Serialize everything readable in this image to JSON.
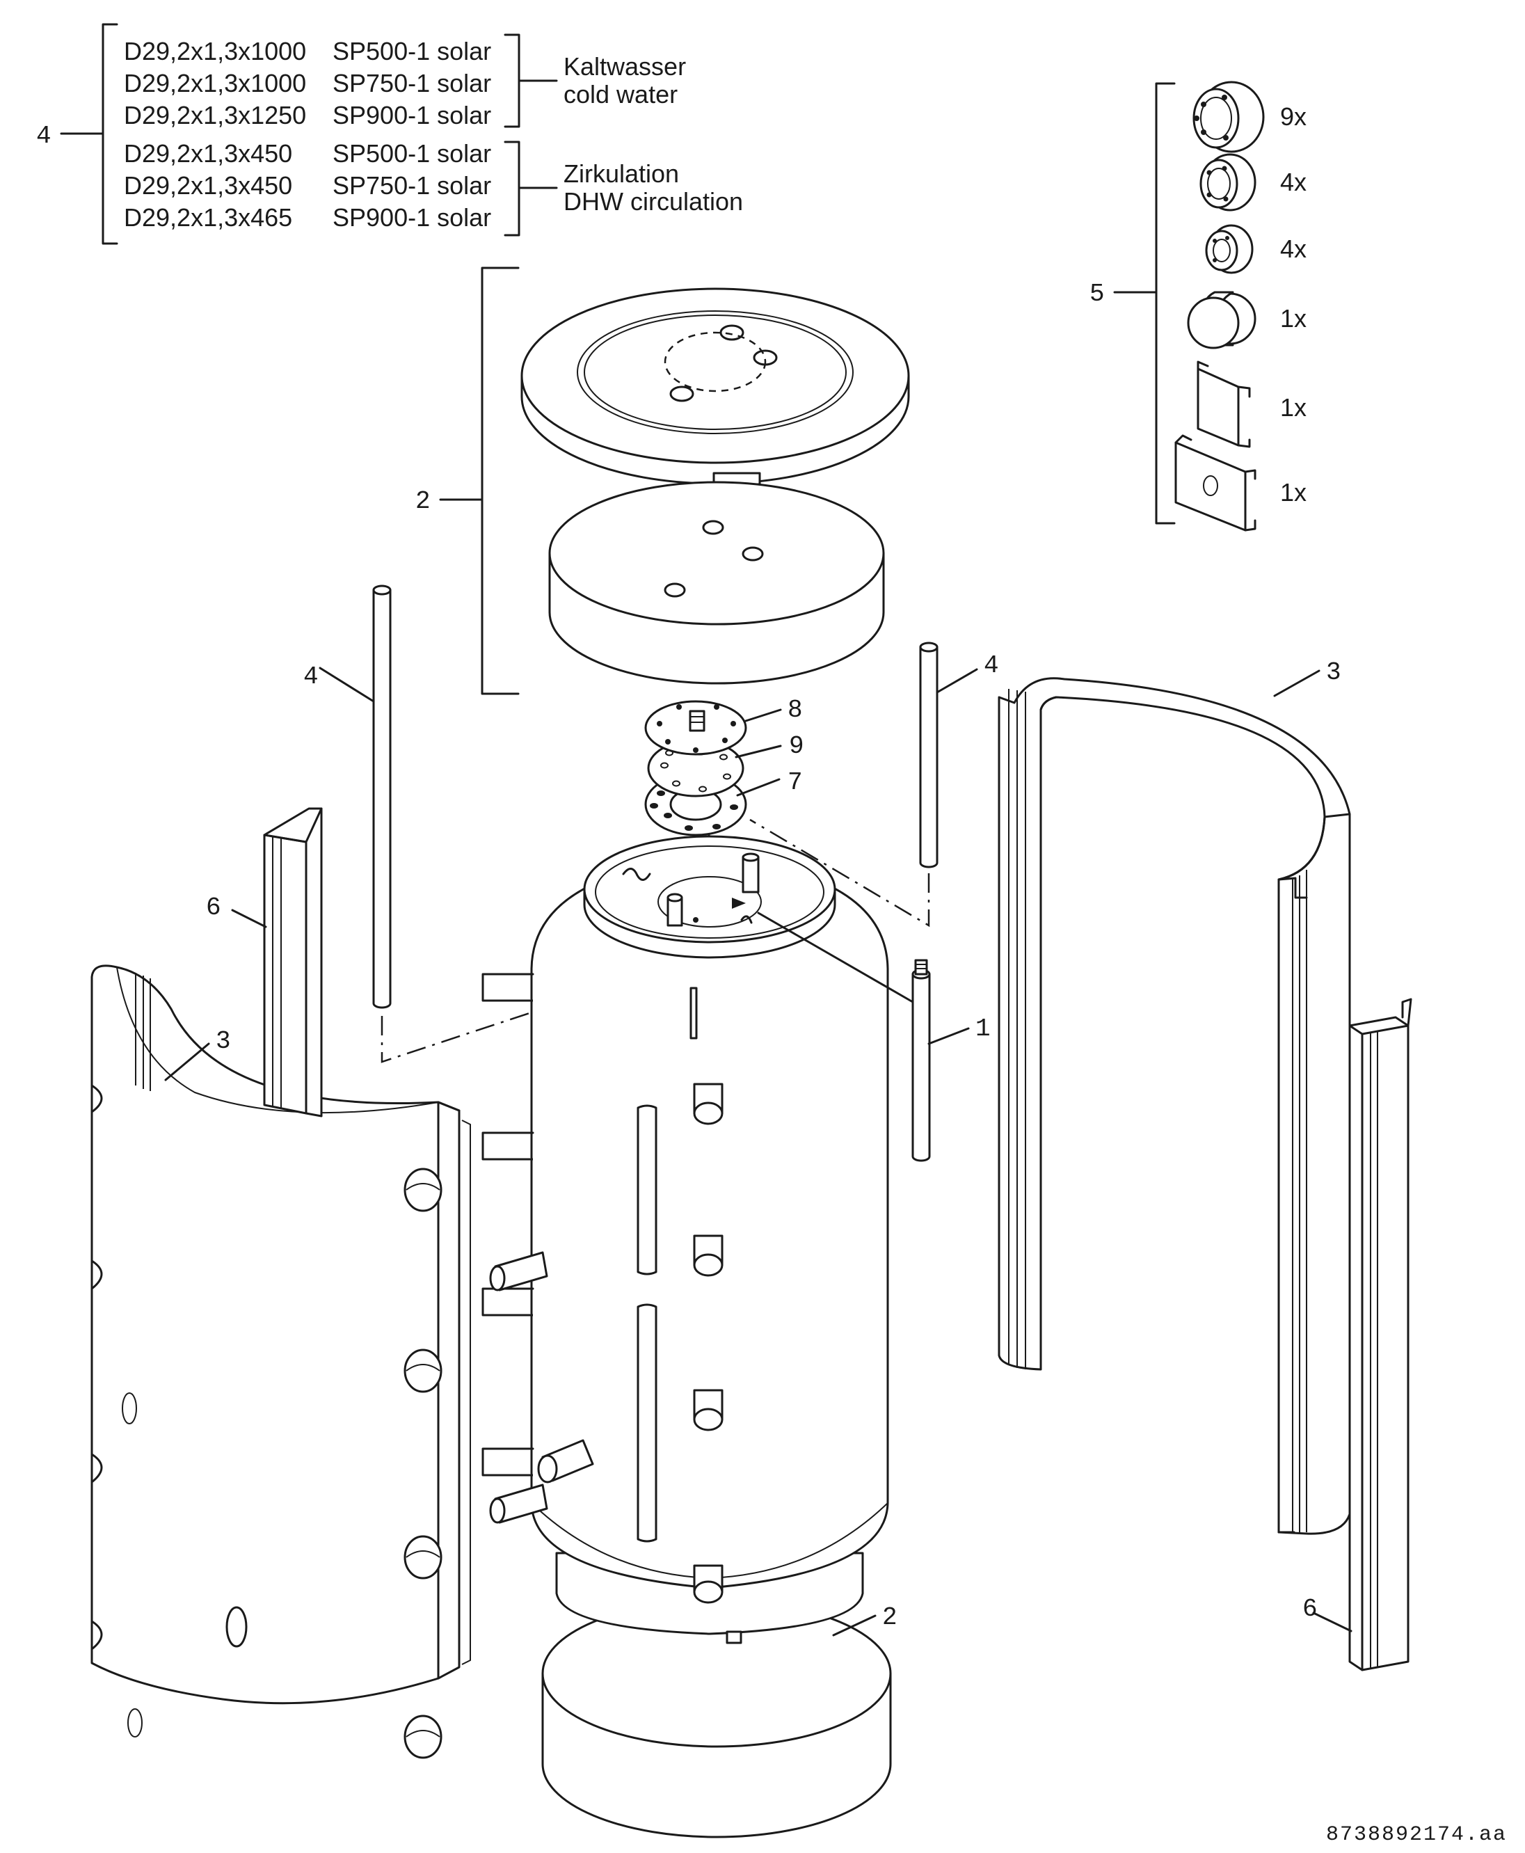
{
  "specs": {
    "cold_water": {
      "pipes": [
        "D29,2x1,3x1000",
        "D29,2x1,3x1000",
        "D29,2x1,3x1250"
      ],
      "models": [
        "SP500-1 solar",
        "SP750-1 solar",
        "SP900-1 solar"
      ],
      "label_de": "Kaltwasser",
      "label_en": "cold water"
    },
    "circulation": {
      "pipes": [
        "D29,2x1,3x450",
        "D29,2x1,3x450",
        "D29,2x1,3x465"
      ],
      "models": [
        "SP500-1 solar",
        "SP750-1 solar",
        "SP900-1 solar"
      ],
      "label_de": "Zirkulation",
      "label_en": "DHW circulation"
    }
  },
  "kit": {
    "quantities": [
      "9x",
      "4x",
      "4x",
      "1x",
      "1x",
      "1x"
    ]
  },
  "callouts": {
    "pipe_spec_group": "4",
    "insulation_lids": "2",
    "kit_group": "5",
    "pipe_left": "4",
    "pipe_right": "4",
    "cover_plate": "8",
    "gasket": "9",
    "flange_ring": "7",
    "anode": "1",
    "shell_right": "3",
    "shell_left": "3",
    "strip_left": "6",
    "strip_right": "6",
    "bottom_lid": "2"
  },
  "drawing_code": "8738892174.aa"
}
